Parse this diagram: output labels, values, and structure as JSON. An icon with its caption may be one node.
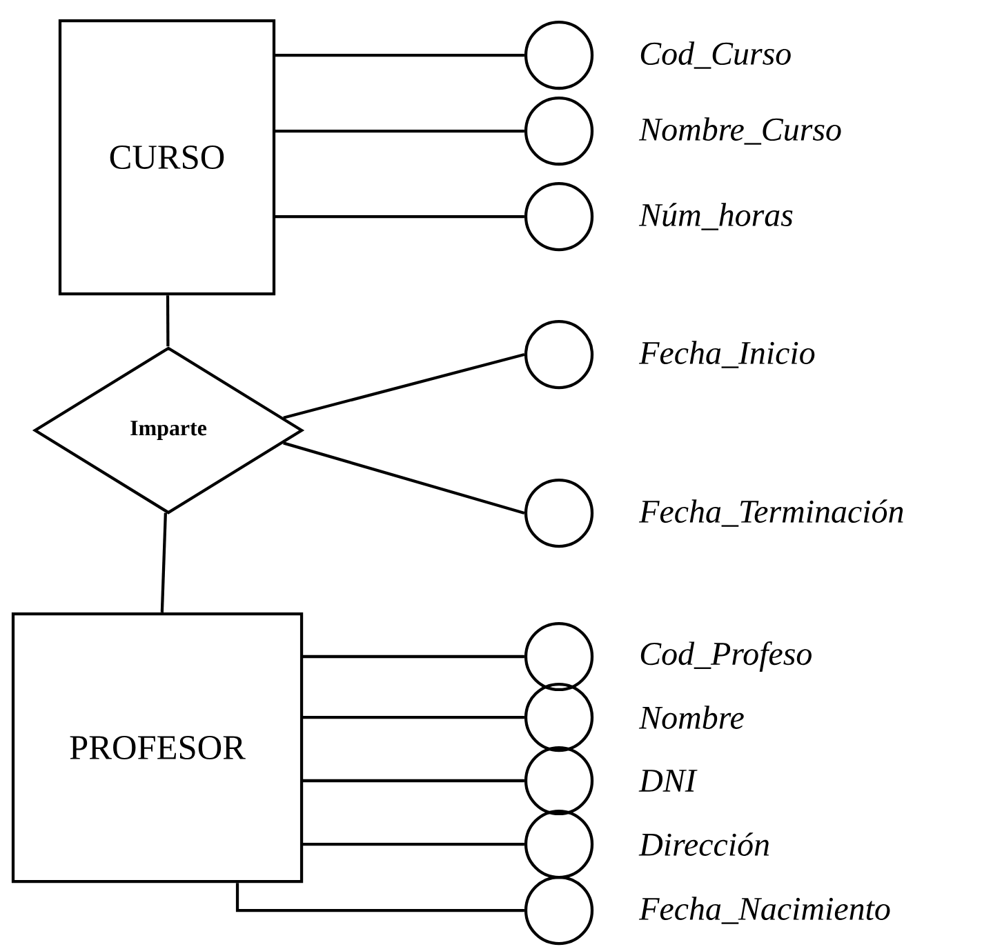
{
  "diagram": {
    "nodes": [
      {
        "text": [
          "CURSO"
        ]
      },
      {
        "text": [
          "Imparte"
        ]
      },
      {
        "text": [
          "PROFESOR"
        ]
      },
      {
        "text": [],
        "shape": "circle",
        "beside": [
          "Cod_Curso"
        ]
      },
      {
        "text": [],
        "shape": "circle",
        "beside": [
          "Nombre_Curso"
        ]
      },
      {
        "text": [],
        "shape": "circle",
        "beside": [
          "Núm_horas"
        ]
      },
      {
        "text": [],
        "shape": "circle",
        "beside": [
          "Fecha_Inicio"
        ]
      },
      {
        "text": [],
        "shape": "circle",
        "beside": [
          "Fecha_Terminación"
        ]
      },
      {
        "text": [],
        "shape": "circle",
        "beside": [
          "Cod_Profeso"
        ]
      },
      {
        "text": [],
        "shape": "circle",
        "beside": [
          "Nombre"
        ]
      },
      {
        "text": [],
        "shape": "circle",
        "beside": [
          "DNI"
        ]
      },
      {
        "text": [],
        "shape": "circle",
        "beside": [
          "Dirección"
        ]
      },
      {
        "text": [],
        "shape": "circle",
        "beside": [
          "Fecha_Nacimiento"
        ]
      }
    ],
    "edges": [
      {
        "from": 0,
        "to": 3,
        "arrow": "none"
      },
      {
        "from": 0,
        "to": 4,
        "arrow": "none"
      },
      {
        "from": 0,
        "to": 5,
        "arrow": "none"
      },
      {
        "from": 0,
        "to": 1,
        "arrow": "none"
      },
      {
        "from": 1,
        "to": 6,
        "arrow": "none"
      },
      {
        "from": 1,
        "to": 7,
        "arrow": "none"
      },
      {
        "from": 1,
        "to": 2,
        "arrow": "none"
      },
      {
        "from": 2,
        "to": 8,
        "arrow": "none"
      },
      {
        "from": 2,
        "to": 9,
        "arrow": "none"
      },
      {
        "from": 2,
        "to": 10,
        "arrow": "none"
      },
      {
        "from": 2,
        "to": 11,
        "arrow": "none"
      },
      {
        "from": 2,
        "to": 12,
        "arrow": "none"
      }
    ]
  }
}
